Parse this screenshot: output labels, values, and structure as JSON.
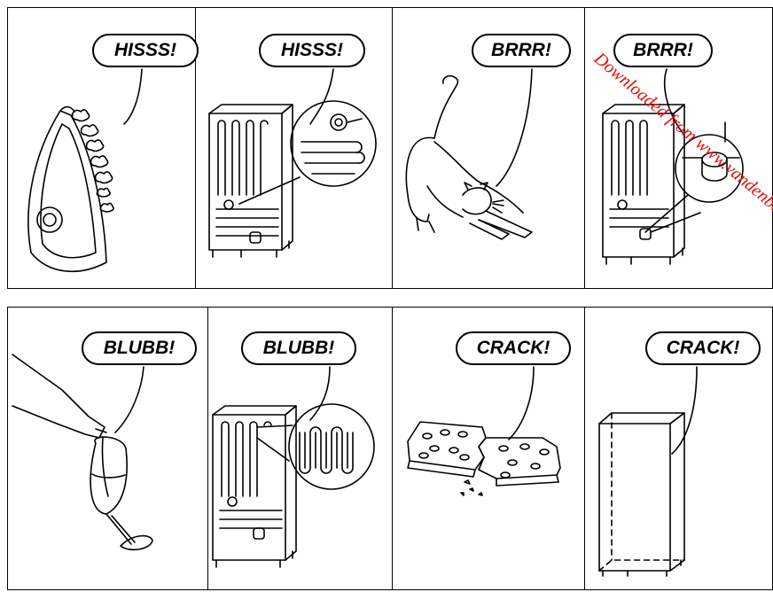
{
  "panels": [
    {
      "id": "iron",
      "sound": "HISSS!"
    },
    {
      "id": "fridge-hiss",
      "sound": "HISSS!"
    },
    {
      "id": "cat",
      "sound": "BRRR!"
    },
    {
      "id": "fridge-brrr",
      "sound": "BRRR!"
    },
    {
      "id": "wine",
      "sound": "BLUBB!"
    },
    {
      "id": "fridge-blubb",
      "sound": "BLUBB!"
    },
    {
      "id": "ice",
      "sound": "CRACK!"
    },
    {
      "id": "fridge-crack",
      "sound": "CRACK!"
    }
  ],
  "watermark": "Downloaded from www.vandenborre.be"
}
